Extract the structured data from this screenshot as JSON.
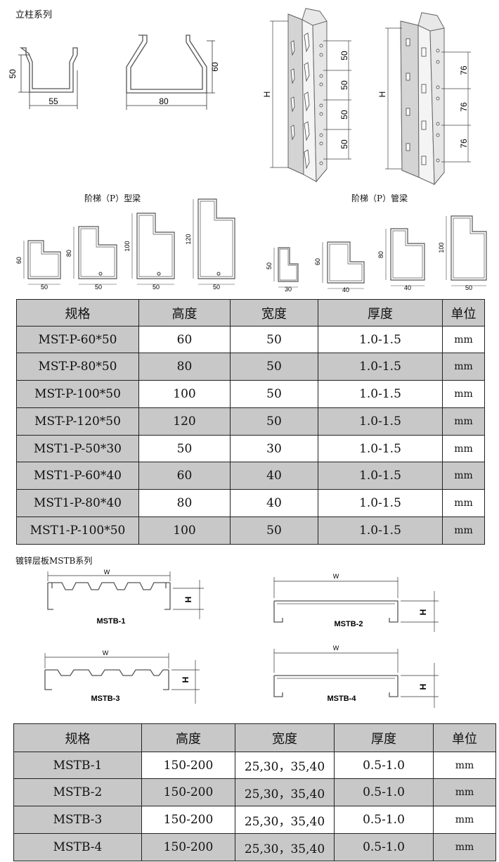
{
  "sections": {
    "columns_title": "立柱系列",
    "beam_p_type": "阶梯（P）型梁",
    "beam_p_tube": "阶梯（P）管梁",
    "decking_title": "镀锌层板MSTB系列"
  },
  "column_dims": {
    "c1_height": "50",
    "c1_width": "55",
    "c2_height": "60",
    "c2_width": "80",
    "upright_h": "H",
    "upright1_pitch": [
      "50",
      "50",
      "50",
      "50"
    ],
    "upright2_pitch": [
      "76",
      "76",
      "76"
    ]
  },
  "beam_p_dims": [
    {
      "h": "60",
      "w": "50"
    },
    {
      "h": "80",
      "w": "50"
    },
    {
      "h": "100",
      "w": "50"
    },
    {
      "h": "120",
      "w": "50"
    }
  ],
  "beam_tube_dims": [
    {
      "h": "50",
      "w": "30"
    },
    {
      "h": "60",
      "w": "40"
    },
    {
      "h": "80",
      "w": "40"
    },
    {
      "h": "100",
      "w": "50"
    }
  ],
  "table1": {
    "headers": [
      "规格",
      "高度",
      "宽度",
      "厚度",
      "单位"
    ],
    "rows": [
      [
        "MST-P-60*50",
        "60",
        "50",
        "1.0-1.5",
        "mm"
      ],
      [
        "MST-P-80*50",
        "80",
        "50",
        "1.0-1.5",
        "mm"
      ],
      [
        "MST-P-100*50",
        "100",
        "50",
        "1.0-1.5",
        "mm"
      ],
      [
        "MST-P-120*50",
        "120",
        "50",
        "1.0-1.5",
        "mm"
      ],
      [
        "MST1-P-50*30",
        "50",
        "30",
        "1.0-1.5",
        "mm"
      ],
      [
        "MST1-P-60*40",
        "60",
        "40",
        "1.0-1.5",
        "mm"
      ],
      [
        "MST1-P-80*40",
        "80",
        "40",
        "1.0-1.5",
        "mm"
      ],
      [
        "MST1-P-100*50",
        "100",
        "50",
        "1.0-1.5",
        "mm"
      ]
    ]
  },
  "decking": {
    "w_label": "W",
    "h_label": "H",
    "labels": [
      "MSTB-1",
      "MSTB-2",
      "MSTB-3",
      "MSTB-4"
    ]
  },
  "table2": {
    "headers": [
      "规格",
      "高度",
      "宽度",
      "厚度",
      "单位"
    ],
    "rows": [
      [
        "MSTB-1",
        "150-200",
        "25,30，35,40",
        "0.5-1.0",
        "mm"
      ],
      [
        "MSTB-2",
        "150-200",
        "25,30，35,40",
        "0.5-1.0",
        "mm"
      ],
      [
        "MSTB-3",
        "150-200",
        "25,30，35,40",
        "0.5-1.0",
        "mm"
      ],
      [
        "MSTB-4",
        "150-200",
        "25,30，35,40",
        "0.5-1.0",
        "mm"
      ]
    ]
  }
}
